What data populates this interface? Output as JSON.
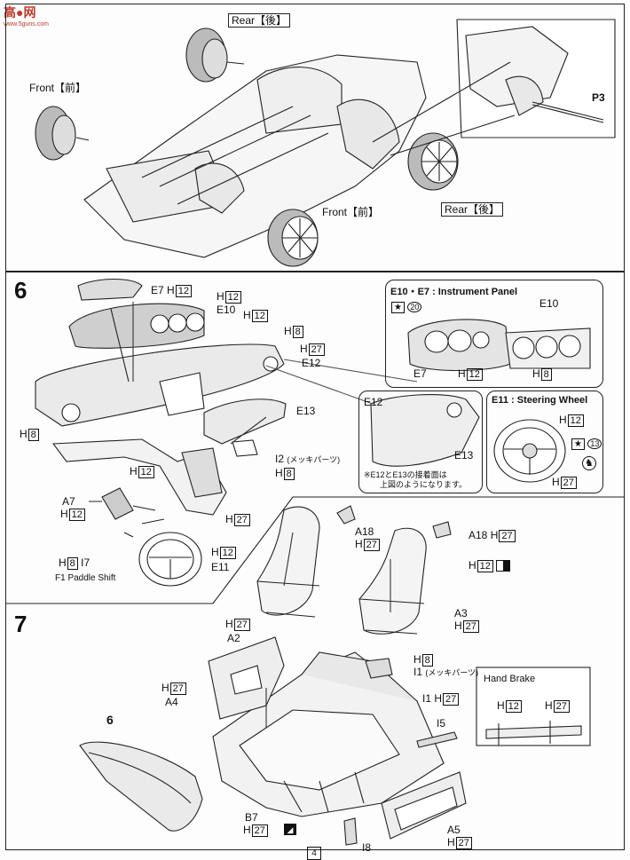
{
  "watermark": {
    "brand": "高●网",
    "sub": "www.5guns.com"
  },
  "page_number": "4",
  "step5": {
    "rear_top": "Rear【後】",
    "front_left": "Front【前】",
    "front_bottom": "Front【前】",
    "rear_right": "Rear【後】",
    "part_p3": "P3"
  },
  "step6": {
    "number": "6",
    "e7": "E7",
    "e10": "E10",
    "e12": "E12",
    "e13": "E13",
    "e11": "E11",
    "h": "H",
    "i": "I",
    "v12": "12",
    "v8": "8",
    "v27": "27",
    "i2": "I2",
    "i2_note": "(メッキパーツ)",
    "a7": "A7",
    "i7": "I7",
    "paddle": "F1 Paddle Shift",
    "panel_instr_title": "E10・E7 : Instrument Panel",
    "instr_paint": "20",
    "panel_steer_title": "E11 : Steering Wheel",
    "steer_paint": "13",
    "joint_note_1": "※E12とE13の接着面は",
    "joint_note_2": "上図のようになります。"
  },
  "step7": {
    "number": "7",
    "sub6": "6",
    "a18": "A18",
    "a2": "A2",
    "a3": "A3",
    "a4": "A4",
    "a5": "A5",
    "b7": "B7",
    "i1": "I1",
    "i1_note": "(メッキパーツ)",
    "i5": "I5",
    "i8": "I8",
    "hand_brake": "Hand Brake"
  }
}
